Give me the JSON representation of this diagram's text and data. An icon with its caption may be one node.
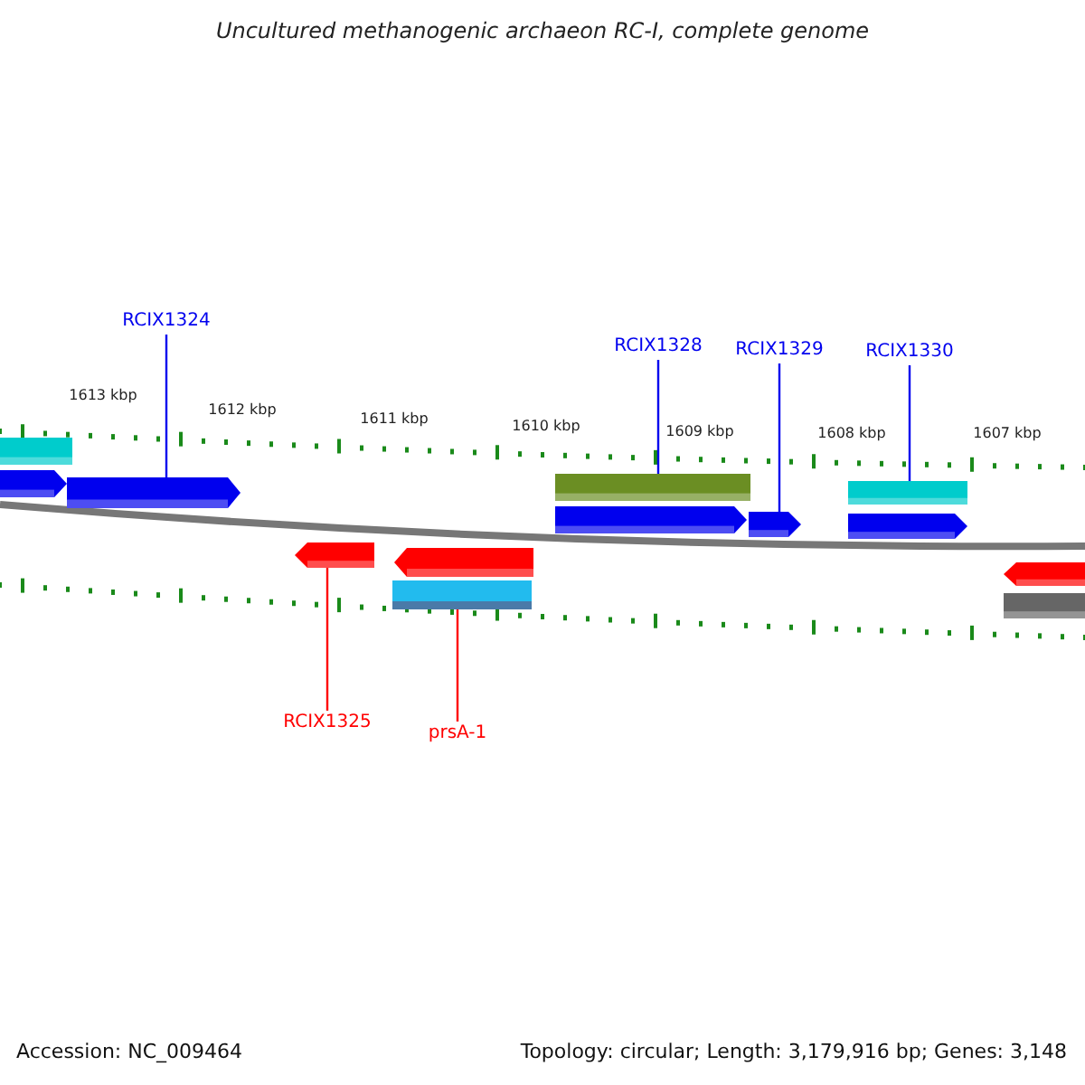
{
  "diagram": {
    "title": "Uncultured methanogenic archaeon RC-I, complete genome",
    "nodes": [
      {
        "text": [
          "RCIX1324"
        ]
      },
      {
        "text": [
          "RCIX1328"
        ]
      },
      {
        "text": [
          "RCIX1329"
        ]
      },
      {
        "text": [
          "RCIX1330"
        ]
      },
      {
        "text": [],
        "shape": "bar"
      },
      {
        "text": [],
        "shape": "pentagon"
      },
      {
        "text": [],
        "shape": "pentagon"
      },
      {
        "text": [],
        "shape": "bar"
      },
      {
        "text": [],
        "shape": "pentagon"
      },
      {
        "text": [],
        "shape": "pentagon"
      },
      {
        "text": [],
        "shape": "bar"
      },
      {
        "text": [],
        "shape": "pentagon"
      },
      {
        "text": [],
        "shape": "pentagon"
      },
      {
        "text": [],
        "shape": "pentagon"
      },
      {
        "text": [],
        "shape": "bar"
      },
      {
        "text": [],
        "shape": "pentagon"
      },
      {
        "text": [],
        "shape": "bar"
      },
      {
        "text": [
          "RCIX1325"
        ]
      },
      {
        "text": [
          "prsA-1"
        ]
      }
    ],
    "edges": [
      {
        "from": 0,
        "to": 6,
        "arrow": "none"
      },
      {
        "from": 1,
        "to": 7,
        "arrow": "none"
      },
      {
        "from": 2,
        "to": 9,
        "arrow": "none"
      },
      {
        "from": 3,
        "to": 10,
        "arrow": "none"
      },
      {
        "from": 17,
        "to": 12,
        "arrow": "none",
        "color": "#ff0000"
      },
      {
        "from": 18,
        "to": 14,
        "arrow": "none",
        "color": "#ff0000"
      }
    ],
    "labels": [
      "1613 kbp",
      "1612 kbp",
      "1611 kbp",
      "1610 kbp",
      "1609 kbp",
      "1608 kbp",
      "1607 kbp",
      "Accession: NC_009464",
      "Topology: circular; Length: 3,179,916 bp; Genes: 3,148"
    ]
  }
}
